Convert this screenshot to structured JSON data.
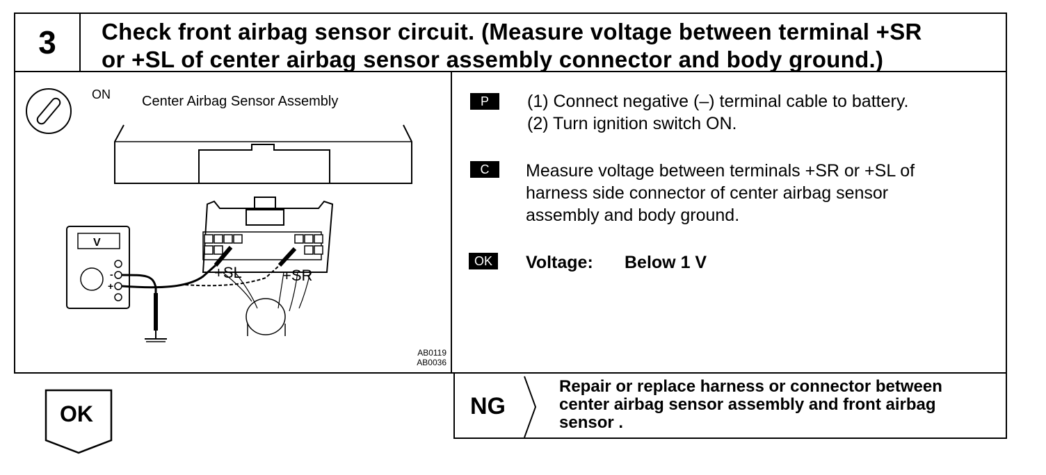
{
  "step": {
    "number": "3",
    "title_line1": "Check front airbag sensor circuit. (Measure voltage between terminal +SR",
    "title_line2": "or +SL of center airbag sensor assembly connector and body ground.)"
  },
  "figure": {
    "ignition_label": "ON",
    "assembly_label": "Center Airbag Sensor Assembly",
    "meter_symbol": "V",
    "terminal_sl": "+SL",
    "terminal_sr": "+SR",
    "ref_code_1": "AB0119",
    "ref_code_2": "AB0036"
  },
  "instructions": [
    {
      "tag": "P",
      "lines": [
        "(1) Connect negative (–) terminal cable to battery.",
        "(2) Turn ignition switch ON."
      ]
    },
    {
      "tag": "C",
      "lines": [
        "Measure voltage between terminals +SR or +SL of",
        "harness side connector of center airbag sensor",
        "assembly and body ground."
      ]
    },
    {
      "tag": "OK",
      "label": "Voltage:",
      "value": "Below 1 V"
    }
  ],
  "result_ok": {
    "label": "OK"
  },
  "result_ng": {
    "label": "NG",
    "lines": [
      "Repair or replace harness or connector between",
      "center airbag sensor assembly and front airbag",
      "sensor ."
    ]
  }
}
